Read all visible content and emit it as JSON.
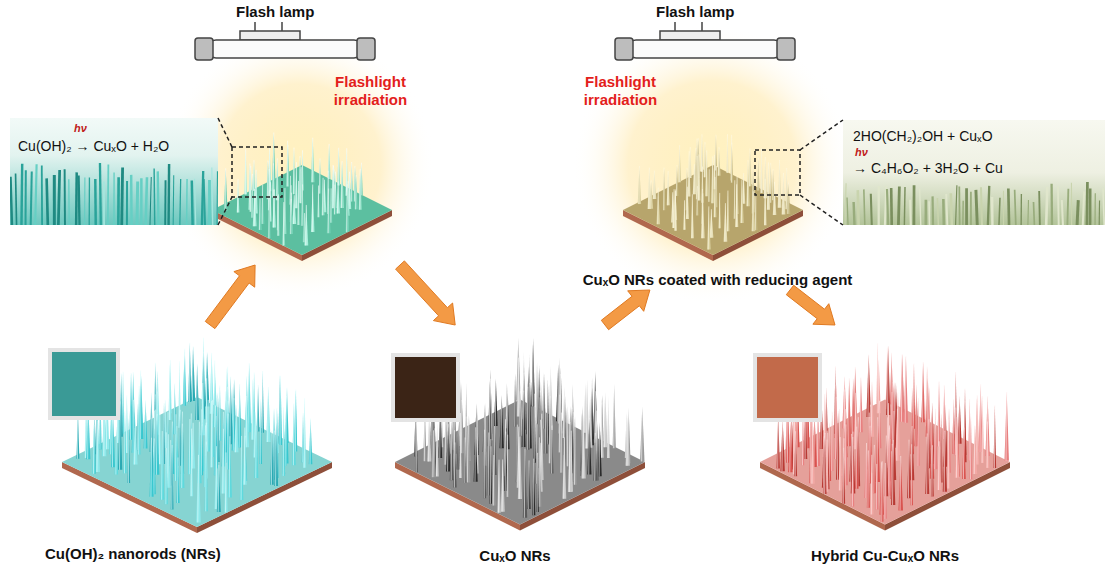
{
  "diagram": {
    "nodes": [
      {
        "text": [
          "Flashlight irradiation"
        ]
      },
      {
        "text": [
          "Cu(OH)₂ → CuₓO + H₂O",
          "hν"
        ]
      },
      {
        "text": [
          "Flashlight irradiation",
          "CuₓO NRs coated with reducing agent"
        ]
      },
      {
        "text": [
          "2HO(CH₂)₂OH + CuₓO",
          "→ C₄H₆O₂ + 3H₂O + Cu",
          "hν"
        ]
      },
      {
        "text": [
          "Cu(OH)₂ nanorods (NRs)"
        ]
      },
      {
        "text": [
          "CuₓO NRs"
        ]
      },
      {
        "text": [
          "Hybrid Cu-CuₓO NRs"
        ]
      }
    ],
    "edges": [
      {
        "from": 4,
        "to": 0,
        "arrow": "to"
      },
      {
        "from": 0,
        "to": 5,
        "arrow": "to"
      },
      {
        "from": 5,
        "to": 2,
        "arrow": "to"
      },
      {
        "from": 2,
        "to": 6,
        "arrow": "to"
      }
    ],
    "labels": [
      "Flash lamp",
      "Flash lamp"
    ]
  }
}
